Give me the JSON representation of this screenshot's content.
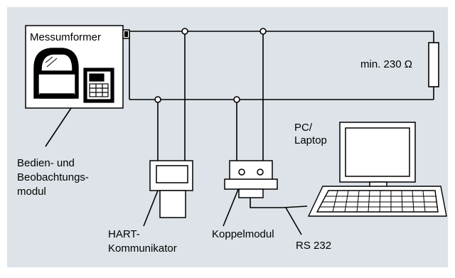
{
  "labels": {
    "transmitter": "Messumformer",
    "resistor": "min. 230 Ω",
    "pc_line1": "PC/",
    "pc_line2": "Laptop",
    "hmi_line1": "Bedien- und",
    "hmi_line2": "Beobachtungs-",
    "hmi_line3": "modul",
    "hart_line1": "HART-",
    "hart_line2": "Kommunikator",
    "coupler": "Koppelmodul",
    "rs232": "RS 232"
  },
  "colors": {
    "background": "#dde3e8",
    "line": "#000000",
    "fill": "#ffffff"
  }
}
